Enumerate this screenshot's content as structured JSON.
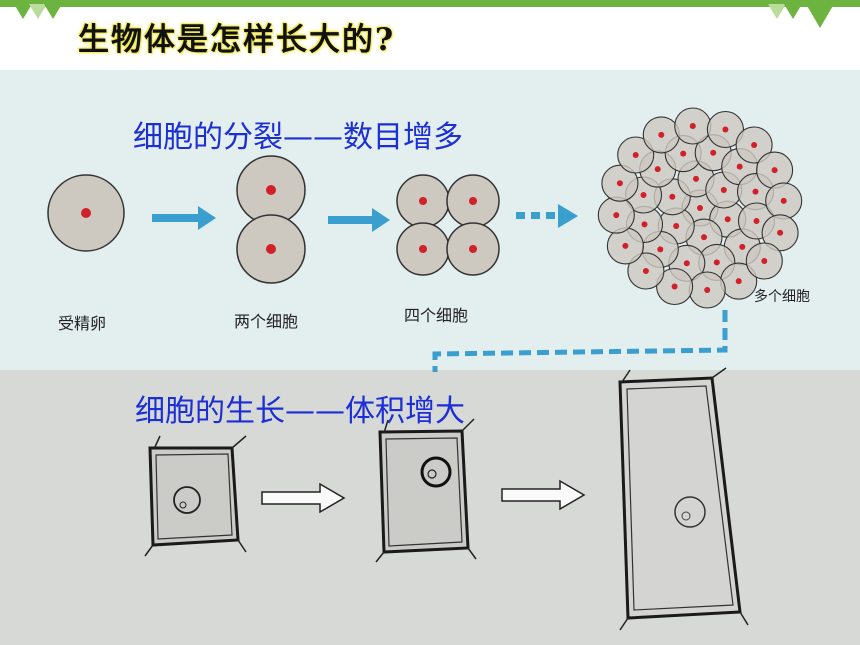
{
  "slide": {
    "title": "生物体是怎样长大的?",
    "division_heading": "细胞的分裂——数目增多",
    "growth_heading": "细胞的生长——体积增大",
    "stage_labels": [
      "受精卵",
      "两个细胞",
      "四个细胞",
      "多个细胞"
    ]
  },
  "colors": {
    "accent_green": "#6cb33f",
    "heading_blue": "#1c2fd6",
    "arrow_blue": "#3a9fcf",
    "cell_fill": "#cdc8c0",
    "nucleus_red": "#d0202a"
  }
}
